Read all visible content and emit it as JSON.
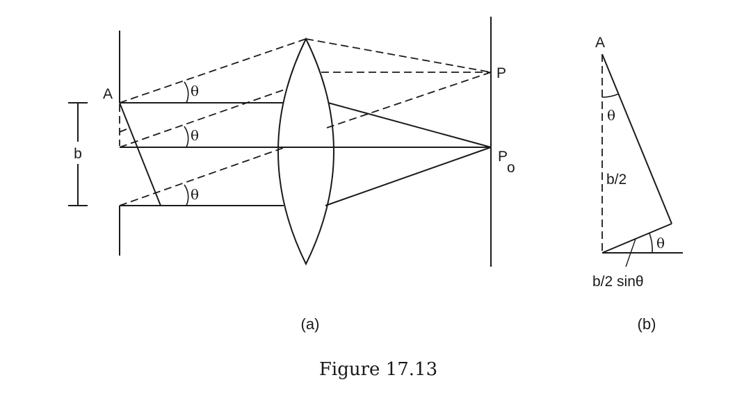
{
  "diagram_a": {
    "point_a": "A",
    "width_label": "b",
    "theta_top": "θ",
    "theta_mid": "θ",
    "theta_bottom": "θ",
    "point_p": "P",
    "point_p0_main": "P",
    "point_p0_sub": "o",
    "caption": "(a)"
  },
  "diagram_b": {
    "point_a": "A",
    "theta_apex": "θ",
    "side_label": "b/2",
    "theta_base": "θ",
    "path_label": "b/2 sinθ",
    "caption": "(b)"
  },
  "figure_caption": "Figure 17.13"
}
